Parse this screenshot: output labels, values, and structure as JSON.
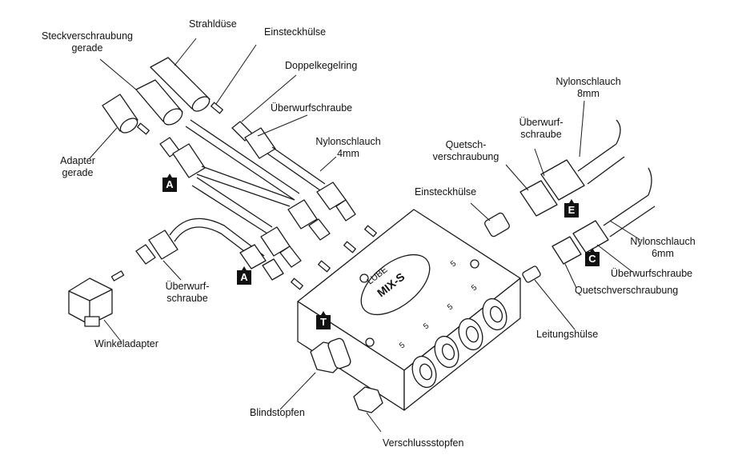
{
  "labels": {
    "strahlduese": "Strahldüse",
    "steck1": "Steckverschraubung",
    "steck2": "gerade",
    "einsteck_top": "Einsteckhülse",
    "doppelkegel": "Doppelkegelring",
    "ueberwurf_top": "Überwurfschraube",
    "nylon8_1": "Nylonschlauch",
    "nylon8_2": "8mm",
    "ueberwurf_r1": "Überwurf-",
    "ueberwurf_r2": "schraube",
    "quetsch1": "Quetsch-",
    "quetsch2": "verschraubung",
    "nylon4_1": "Nylonschlauch",
    "nylon4_2": "4mm",
    "adapter1": "Adapter",
    "adapter2": "gerade",
    "einsteck_mid": "Einsteckhülse",
    "nylon6_1": "Nylonschlauch",
    "nylon6_2": "6mm",
    "ueberwurf_low": "Überwurfschraube",
    "quetsch_low": "Quetschverschraubung",
    "ueberwurf_left1": "Überwurf-",
    "ueberwurf_left2": "schraube",
    "winkel": "Winkeladapter",
    "leitung": "Leitungshülse",
    "blind": "Blindstopfen",
    "verschluss": "Verschlussstopfen"
  },
  "badges": {
    "a1": "A",
    "a2": "A",
    "e": "E",
    "c": "C",
    "t": "T"
  },
  "block": {
    "brand": "LUBE",
    "model": "MIX-S",
    "port_marks": [
      "5",
      "5",
      "5",
      "5",
      "5"
    ]
  },
  "colors": {
    "line": "#1a1a1a",
    "fill": "#ffffff",
    "shade": "#d9d9d9"
  }
}
